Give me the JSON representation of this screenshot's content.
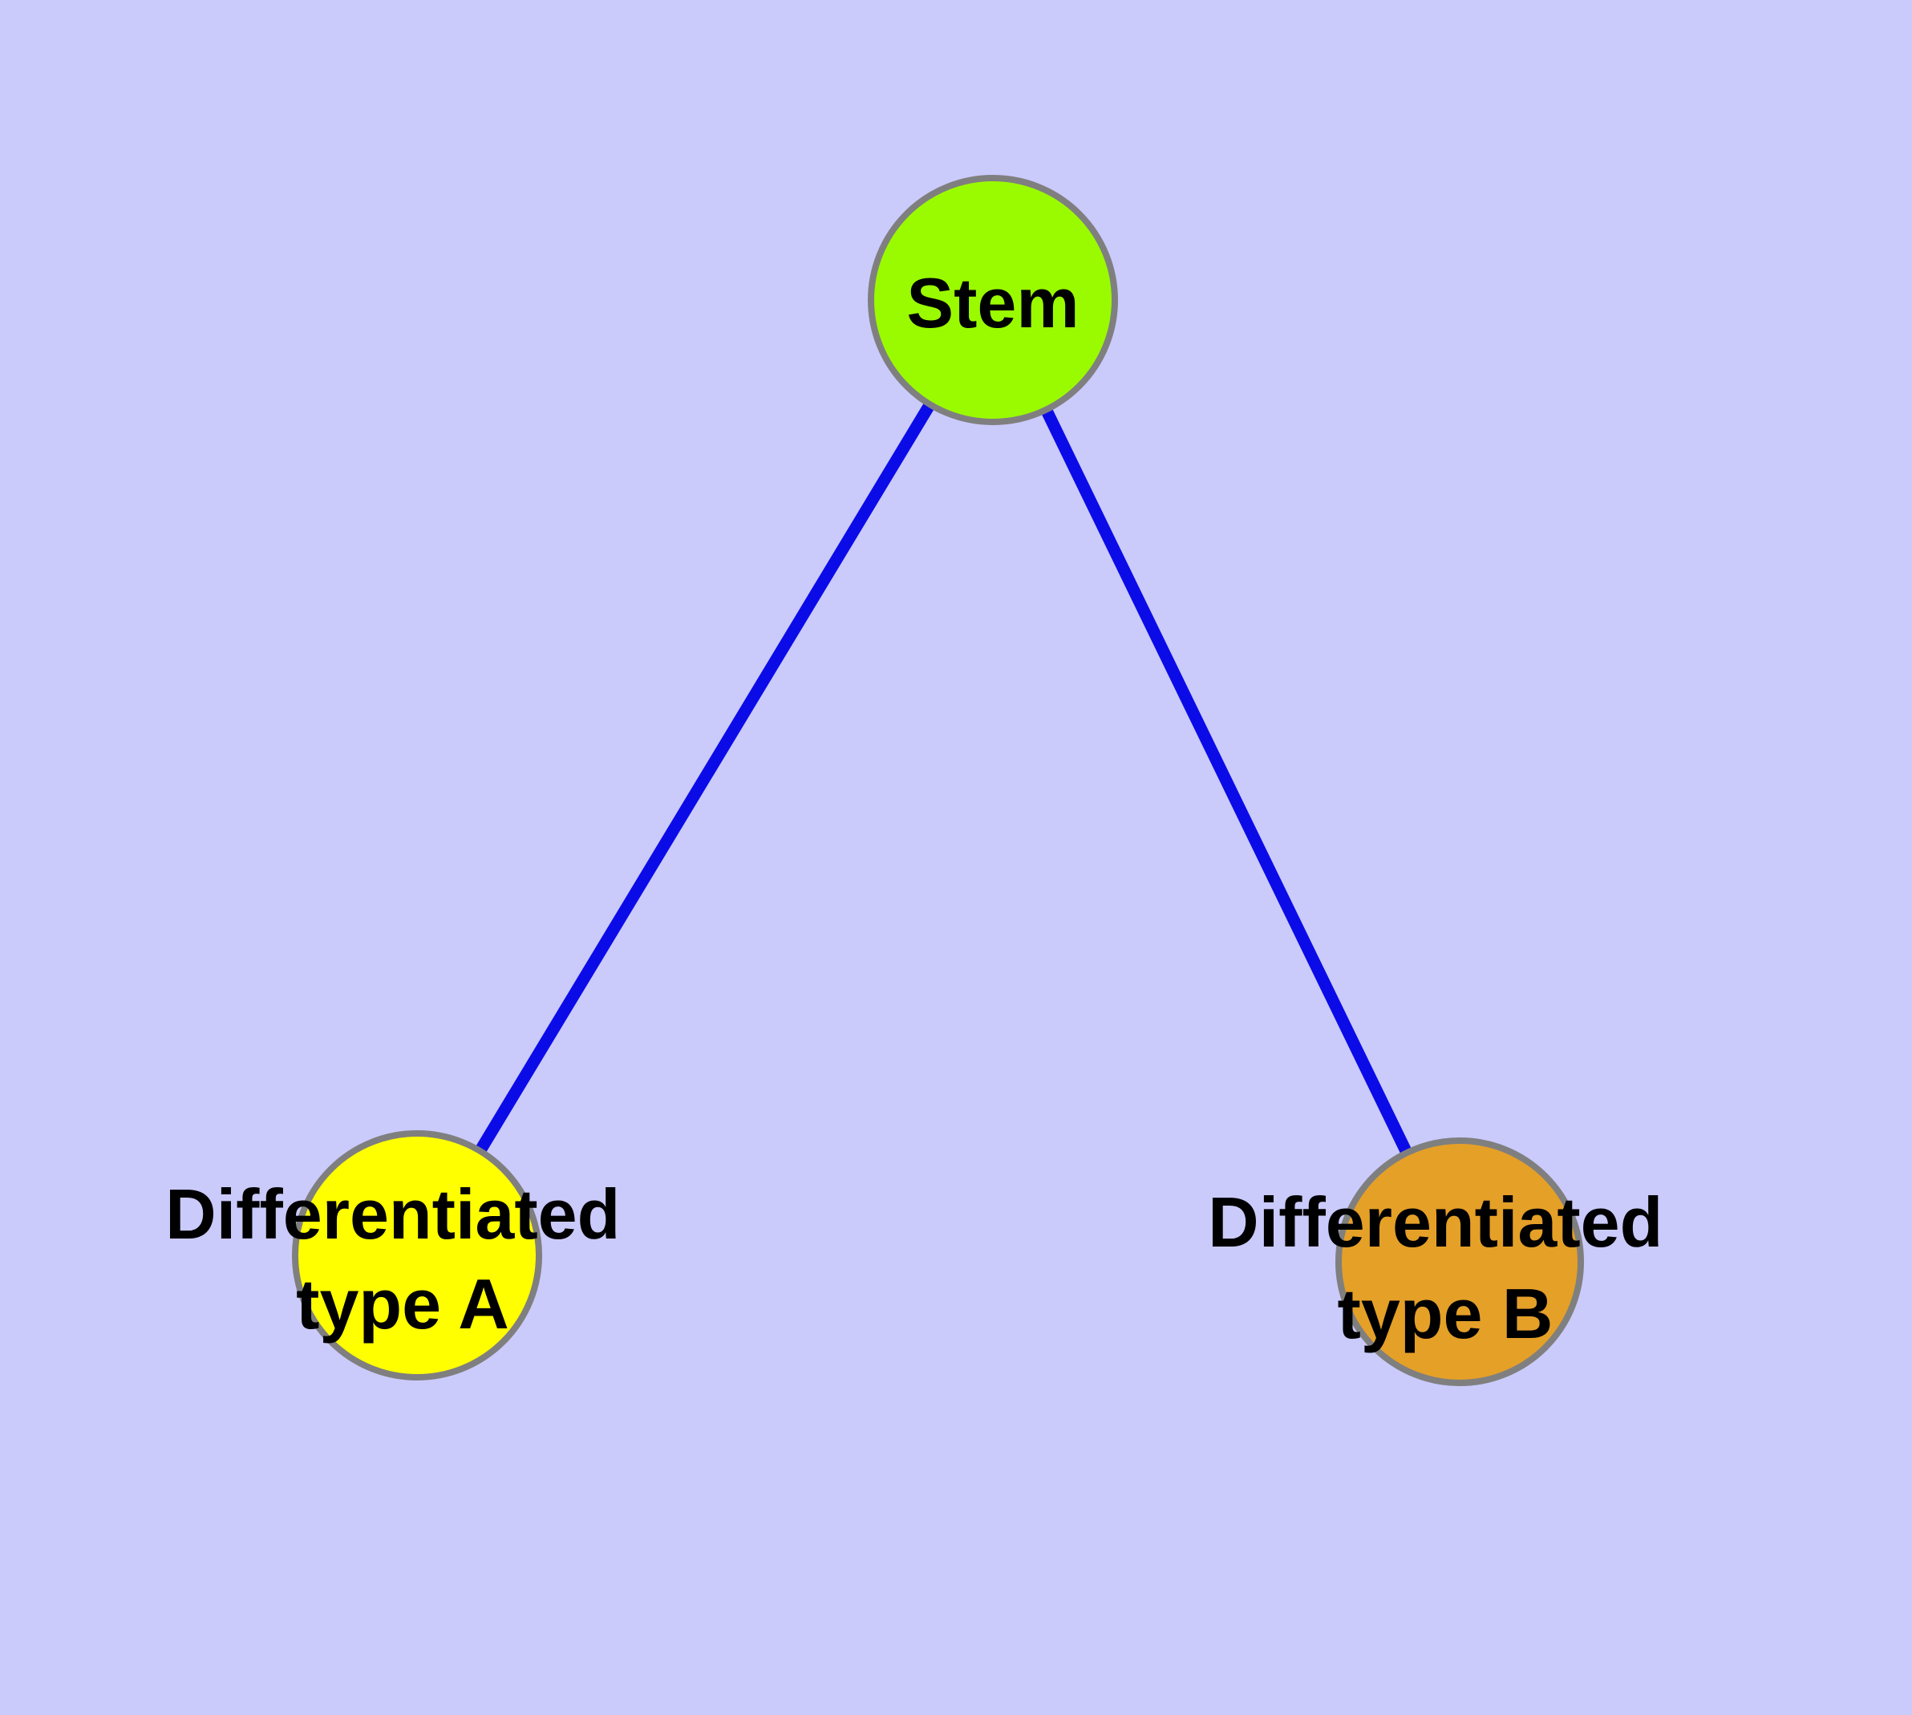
{
  "diagram": {
    "title": "",
    "background_color": "#CACAFB",
    "edge_color": "#0B0BE8",
    "node_border_color": "#7F7F7F",
    "label_color": "#000000",
    "nodes": [
      {
        "id": "stem",
        "label": "Stem",
        "label_lines": [
          "Stem"
        ],
        "color": "#9AFB00"
      },
      {
        "id": "type-a",
        "label": "Differentiated type A",
        "label_lines": [
          "Differentiated",
          "type A"
        ],
        "color": "#FFFF00"
      },
      {
        "id": "type-b",
        "label": "Differentiated type B",
        "label_lines": [
          "Differentiated",
          "type B"
        ],
        "color": "#E5A028"
      }
    ],
    "edges": [
      {
        "from": "stem",
        "to": "type-a"
      },
      {
        "from": "stem",
        "to": "type-b"
      }
    ]
  }
}
